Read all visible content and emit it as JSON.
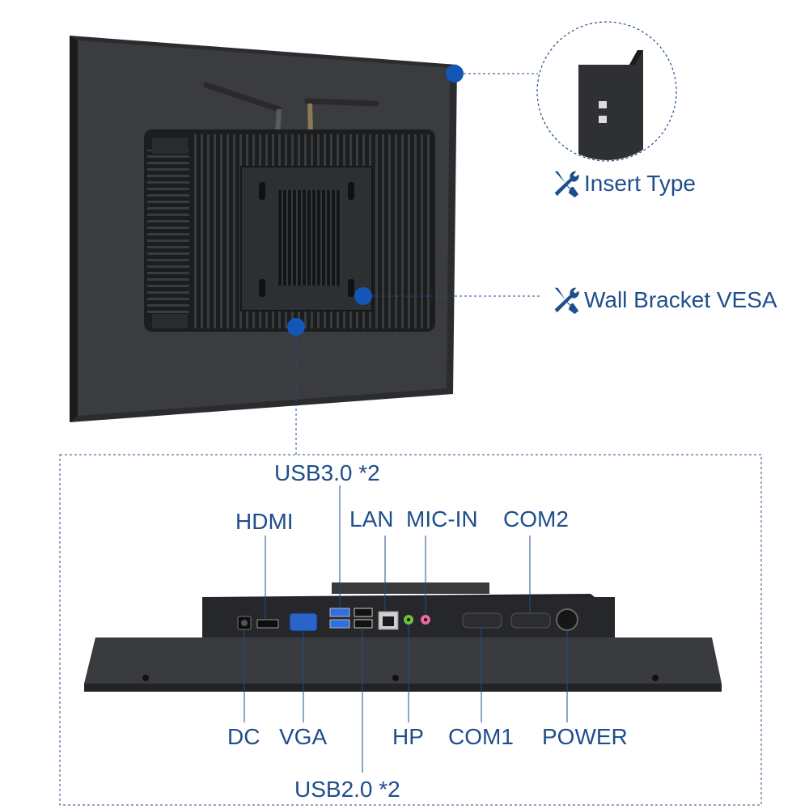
{
  "colors": {
    "accent": "#1f4e8c",
    "marker": "#1456b8",
    "panel": "#3a3b3e",
    "panel_edge": "#1c1d1f",
    "heatsink": "#1e1f21"
  },
  "callouts": {
    "insert_type": "Insert Type",
    "wall_bracket": "Wall Bracket VESA",
    "feature_icon": "wrench-screwdriver-icon"
  },
  "ports": {
    "usb30": "USB3.0 *2",
    "hdmi": "HDMI",
    "lan": "LAN",
    "mic_in": "MIC-IN",
    "com2": "COM2",
    "dc": "DC",
    "vga": "VGA",
    "hp": "HP",
    "com1": "COM1",
    "power": "POWER",
    "usb20": "USB2.0 *2"
  }
}
